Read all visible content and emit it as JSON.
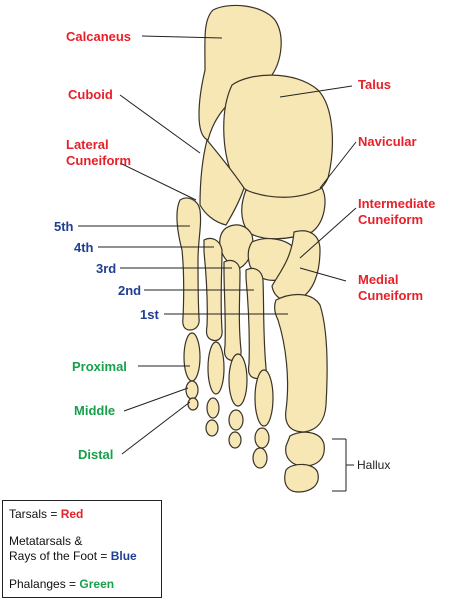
{
  "labels": {
    "calcaneus": "Calcaneus",
    "cuboid": "Cuboid",
    "lateral_cuneiform_1": "Lateral",
    "lateral_cuneiform_2": "Cuneiform",
    "talus": "Talus",
    "navicular": "Navicular",
    "intermediate_cuneiform_1": "Intermediate",
    "intermediate_cuneiform_2": "Cuneiform",
    "medial_cuneiform_1": "Medial",
    "medial_cuneiform_2": "Cuneiform",
    "meta_5th": "5th",
    "meta_4th": "4th",
    "meta_3rd": "3rd",
    "meta_2nd": "2nd",
    "meta_1st": "1st",
    "proximal": "Proximal",
    "middle": "Middle",
    "distal": "Distal",
    "hallux": "Hallux"
  },
  "legend": {
    "tarsals_prefix": "Tarsals = ",
    "tarsals_color": "Red",
    "metatarsals_line1": "Metatarsals &",
    "metatarsals_line2_prefix": "Rays of the Foot = ",
    "metatarsals_color": "Blue",
    "phalanges_prefix": "Phalanges = ",
    "phalanges_color": "Green"
  },
  "colors": {
    "tarsal_label": "#e8202a",
    "metatarsal_label": "#1f3f93",
    "phalanx_label": "#17a04b",
    "bone_fill": "#f7e7b4",
    "bone_stroke": "#3a3328"
  }
}
